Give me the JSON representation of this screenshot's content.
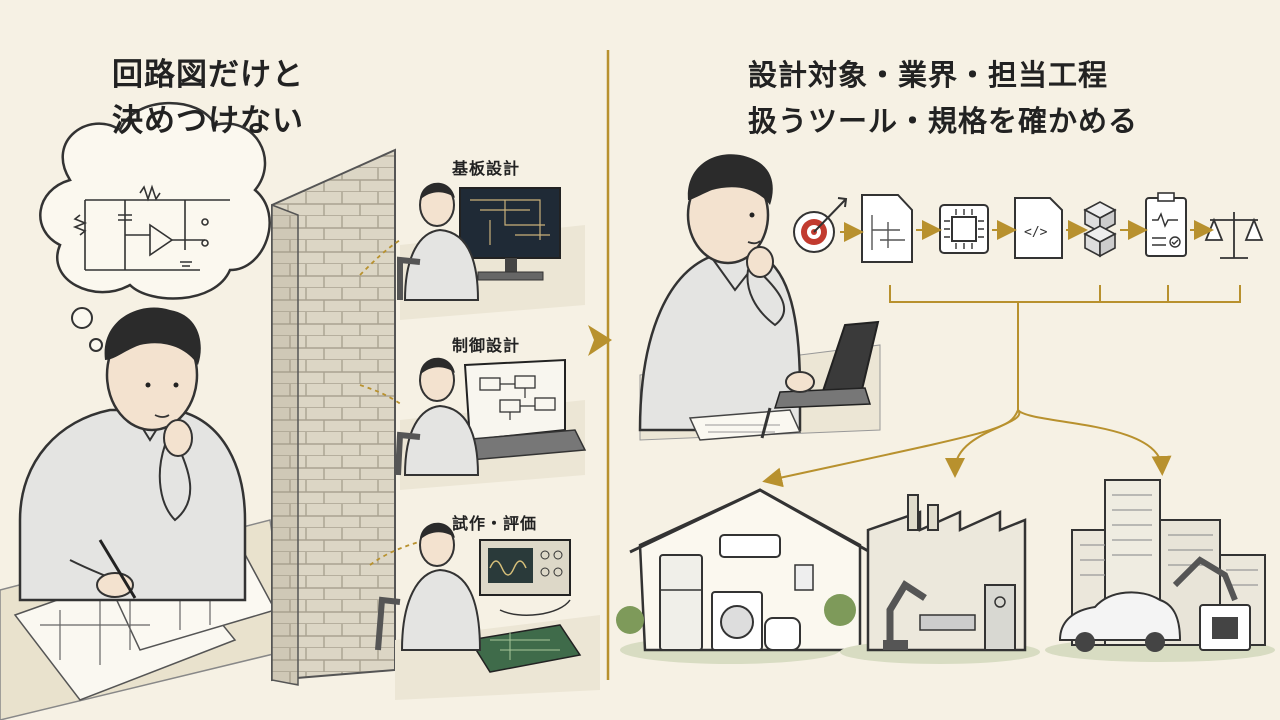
{
  "left": {
    "title_line1": "回路図だけと",
    "title_line2": "決めつけない",
    "panels": [
      {
        "label": "基板設計"
      },
      {
        "label": "制御設計"
      },
      {
        "label": "試作・評価"
      }
    ]
  },
  "right": {
    "title_line1": "設計対象・業界・担当工程",
    "title_line2": "扱うツール・規格を確かめる"
  },
  "colors": {
    "background": "#f6f1e4",
    "accent_gold": "#b8912e",
    "ink": "#222222",
    "shirt": "#e4e4e2",
    "brick": "#d8d2c1"
  },
  "icons": [
    "target-icon",
    "schematic-doc-icon",
    "chip-icon",
    "code-file-icon",
    "blocks-icon",
    "clipboard-check-icon",
    "scale-icon"
  ]
}
